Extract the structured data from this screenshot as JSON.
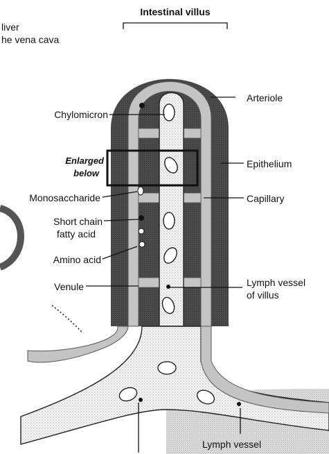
{
  "title": "Intestinal villus",
  "labels": {
    "liver_line1": "liver",
    "liver_line2": "he vena cava",
    "chylomicron": "Chylomicron",
    "arteriole": "Arteriole",
    "enlarged_line1": "Enlarged",
    "enlarged_line2": "below",
    "epithelium": "Epithelium",
    "monosaccharide": "Monosaccharide",
    "capillary": "Capillary",
    "short_chain_line1": "Short chain",
    "short_chain_line2": "fatty acid",
    "amino_acid": "Amino acid",
    "venule": "Venule",
    "lymph_villus_line1": "Lymph vessel",
    "lymph_villus_line2": "of villus",
    "lymph_vessel": "Lymph vessel"
  },
  "colors": {
    "epithelium": "#4a4a4a",
    "blood_vessel": "#bdbdbd",
    "lymph": "#f4f4f4",
    "stipple": "#9a9a9a",
    "ink": "#111111"
  }
}
